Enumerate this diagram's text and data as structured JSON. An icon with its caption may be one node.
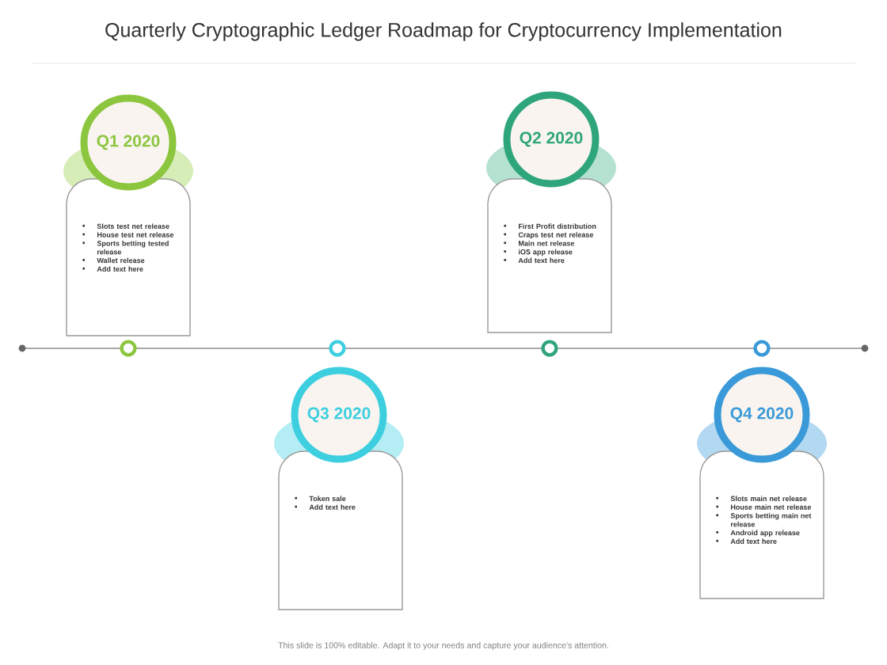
{
  "diagram": {
    "title": "Quarterly Cryptographic Ledger Roadmap for Cryptocurrency Implementation",
    "nodes": [
      {
        "text": [
          "Q1 2020"
        ]
      },
      {
        "text": [
          "Slots test net release",
          "House test net release",
          "Sports betting tested release",
          "Wallet release",
          "Add text here"
        ]
      },
      {
        "text": [
          "Q2 2020"
        ]
      },
      {
        "text": [
          "First Profit distribution",
          "Craps test net release",
          "Main net release",
          "iOS app release",
          "Add text here"
        ]
      },
      {
        "text": [
          "Q3 2020"
        ]
      },
      {
        "text": [
          "Token sale",
          "Add text here"
        ]
      },
      {
        "text": [
          "Q4 2020"
        ]
      },
      {
        "text": [
          "Slots main net release",
          "House main net release",
          "Sports betting main net release",
          "Android app release",
          "Add text here"
        ]
      }
    ],
    "labels": [
      "This slide is 100% editable. Adapt it to your needs and capture your audience's attention."
    ]
  }
}
